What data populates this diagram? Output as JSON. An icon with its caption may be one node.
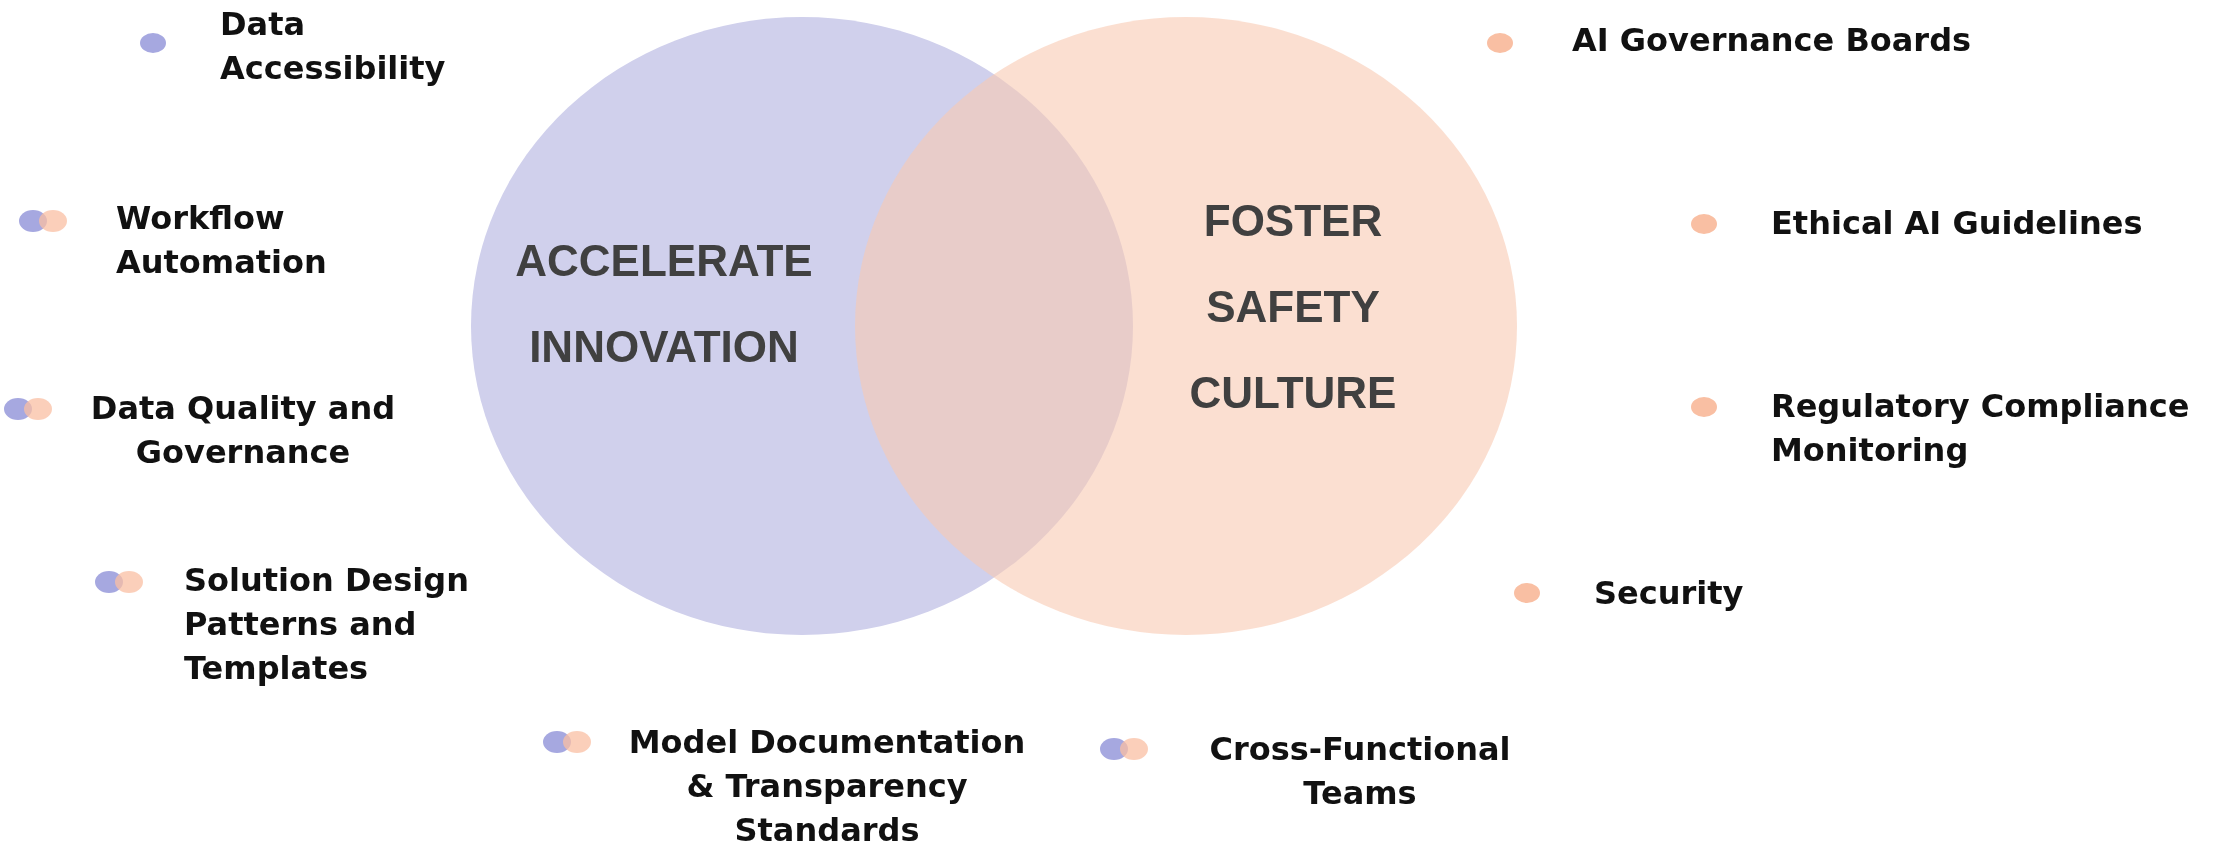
{
  "diagram": {
    "nodes": [
      {
        "text": [
          "ACCELERATE INNOVATION"
        ]
      },
      {
        "text": [
          "FOSTER SAFETY CULTURE"
        ]
      }
    ],
    "legend": [
      {
        "text": "Data Accessibility",
        "color": "#a6a8e0"
      },
      {
        "text": "Workflow Automation"
      },
      {
        "text": "Data Quality and Governance"
      },
      {
        "text": "Solution Design Patterns and Templates"
      },
      {
        "text": "Model Documentation & Transparency Standards"
      },
      {
        "text": "Cross-Functional Teams"
      },
      {
        "text": "AI Governance Boards",
        "color": "#f9bfa3"
      },
      {
        "text": "Ethical AI Guidelines",
        "color": "#f9bfa3"
      },
      {
        "text": "Regulatory Compliance Monitoring",
        "color": "#f9bfa3"
      },
      {
        "text": "Security",
        "color": "#f9bfa3"
      }
    ]
  }
}
